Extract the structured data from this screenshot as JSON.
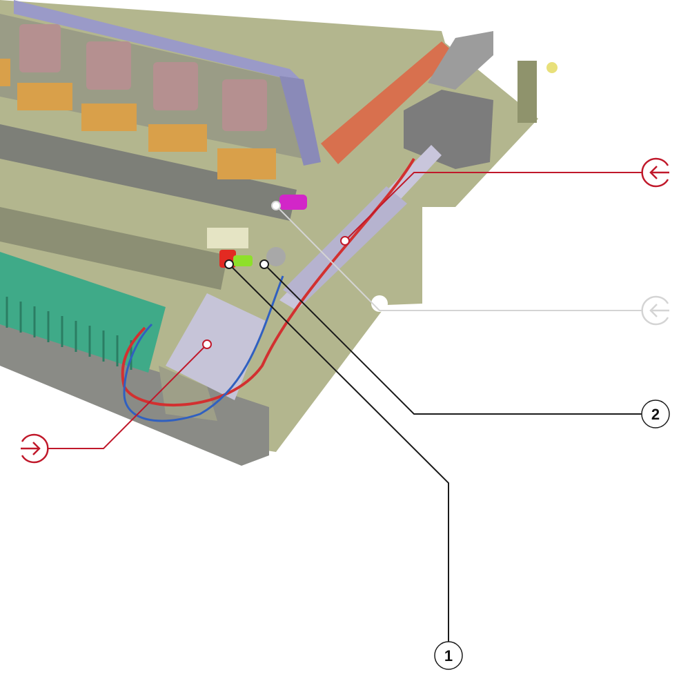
{
  "figure": {
    "callouts": [
      {
        "id": "callout-1",
        "label": "1",
        "kind": "number"
      },
      {
        "id": "callout-2",
        "label": "2",
        "kind": "number"
      },
      {
        "id": "callout-in-top",
        "kind": "arrow-left",
        "color": "#c0182a"
      },
      {
        "id": "callout-in-middle",
        "kind": "arrow-left",
        "color": "#d4d4d4"
      },
      {
        "id": "callout-in-left",
        "kind": "arrow-right",
        "color": "#c0182a"
      }
    ]
  },
  "colors": {
    "accent_red": "#c0182a",
    "faded_grey": "#d4d4d4",
    "black": "#1a1a1a",
    "plate": "#b3b68e",
    "heatsink": "#3faa88"
  }
}
